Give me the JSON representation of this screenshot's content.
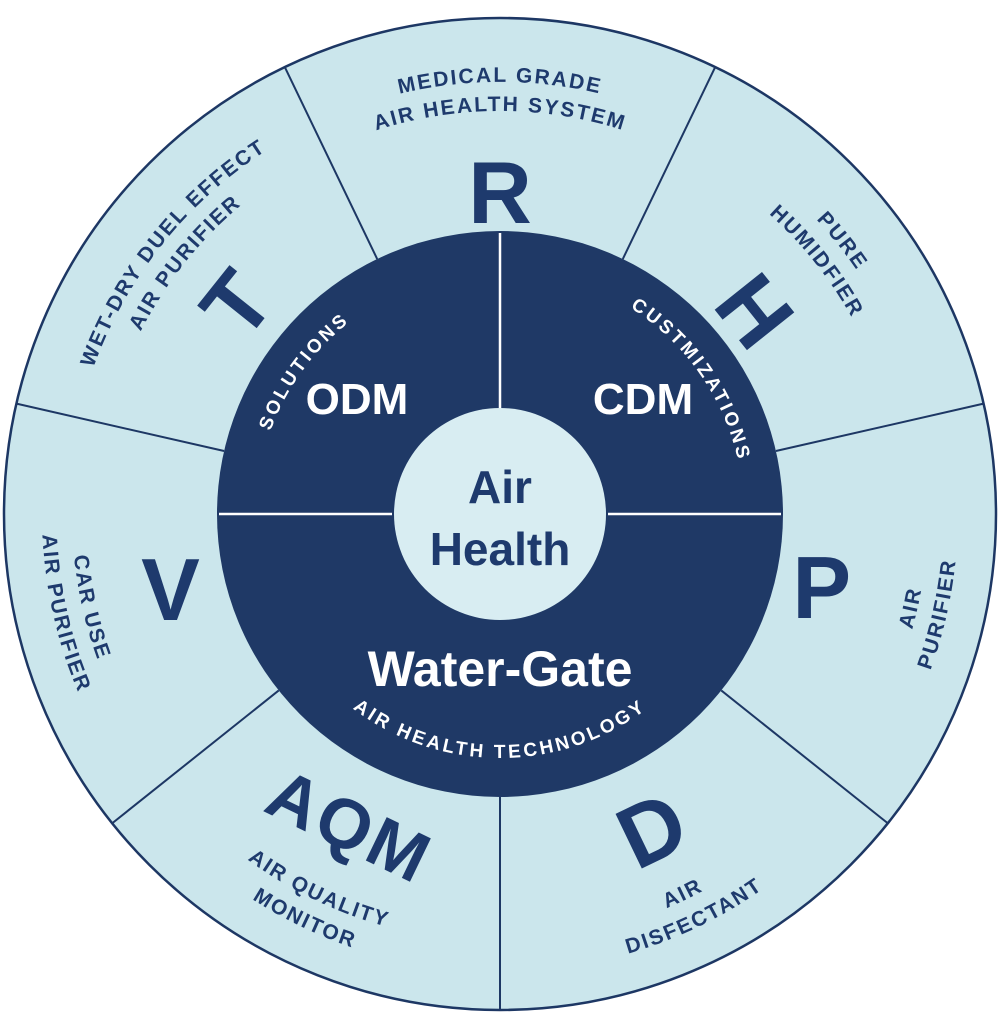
{
  "title": "Air Health Water-Gate product wheel diagram",
  "colors": {
    "outer_ring_fill": "#cbe6ec",
    "center_circle_fill": "#d8edf2",
    "inner_ring_fill": "#1f3966",
    "line_stroke": "#1d3764",
    "navy_text": "#1e3a6d",
    "white_text": "#ffffff"
  },
  "center": {
    "line1": "Air",
    "line2": "Health"
  },
  "inner_ring": {
    "odm": "ODM",
    "cdm": "CDM",
    "watergate": "Water-Gate",
    "arcs": [
      {
        "id": "solutions",
        "text": "SOLUTIONS",
        "angle": 306,
        "radius": 244,
        "dir": "cw"
      },
      {
        "id": "custmizations",
        "text": "CUSTMIZATIONS",
        "angle": 55,
        "radius": 244,
        "dir": "cw"
      },
      {
        "id": "air-health-technology",
        "text": "AIR HEALTH TECHNOLOGY",
        "angle": 180,
        "radius": 244,
        "dir": "ccw"
      }
    ]
  },
  "segments": [
    {
      "letter": "R",
      "lines": [
        "MEDICAL GRADE",
        "AIR HEALTH SYSTEM"
      ],
      "angle": 0,
      "arc": "cw",
      "letter_rotation": 0,
      "letter_radius": 322,
      "letter_size": 88
    },
    {
      "letter": "H",
      "lines": [
        "PURE",
        "HUMIDFIER"
      ],
      "angle": 51.43,
      "arc": "cw",
      "letter_rotation": 51.43,
      "letter_radius": 326,
      "letter_size": 88
    },
    {
      "letter": "P",
      "lines": [
        "AIR",
        "PURIFIER"
      ],
      "angle": 102.86,
      "arc": "ccw",
      "letter_rotation": 0,
      "letter_radius": 330,
      "letter_size": 88
    },
    {
      "letter": "D",
      "lines": [
        "AIR",
        "DISFECTANT"
      ],
      "angle": 154.29,
      "arc": "ccw",
      "letter_rotation": -25.7,
      "letter_radius": 350,
      "letter_size": 88
    },
    {
      "letter": "AQM",
      "lines": [
        "AIR QUALITY",
        "MONITOR"
      ],
      "angle": 205.71,
      "arc": "ccw",
      "letter_rotation": 25.7,
      "letter_radius": 346,
      "letter_size": 70
    },
    {
      "letter": "V",
      "lines": [
        "CAR USE",
        "AIR PURIFIER"
      ],
      "angle": 257.14,
      "arc": "ccw",
      "letter_rotation": 0,
      "letter_radius": 338,
      "letter_size": 88
    },
    {
      "letter": "T",
      "lines": [
        "WET-DRY DUEL EFFECT",
        "AIR PURIFIER"
      ],
      "angle": 308.57,
      "arc": "cw",
      "letter_rotation": -51.43,
      "letter_radius": 337,
      "letter_size": 88
    }
  ]
}
